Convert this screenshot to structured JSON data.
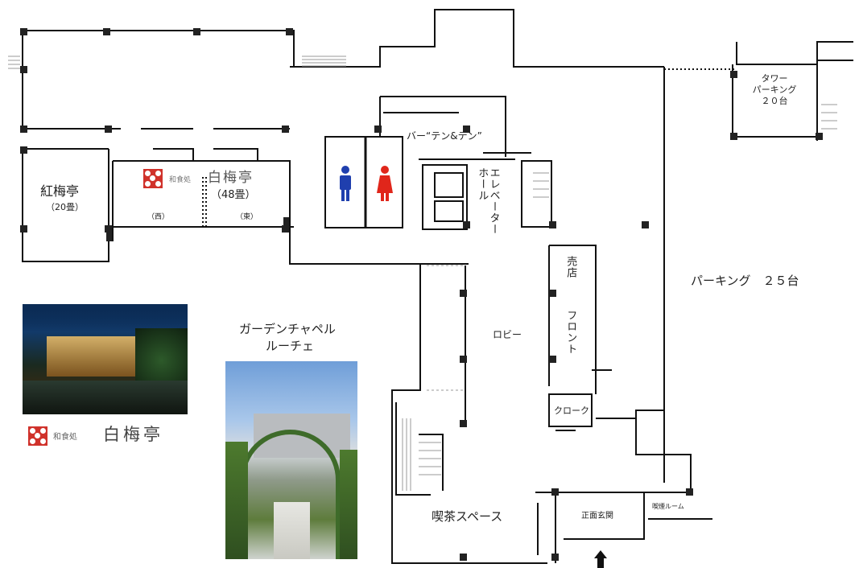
{
  "rooms": {
    "koubaitei": {
      "name": "紅梅亭",
      "size": "（20畳）"
    },
    "hakubaitei": {
      "name": "白梅亭",
      "prefix": "和食処",
      "size": "（48畳）",
      "west": "（西）",
      "east": "（東）"
    },
    "bar": "バー“テン&テン”",
    "elevator_hall": "エレベーターホール",
    "shop": "売店",
    "front_desk": "フロント",
    "lobby": "ロビー",
    "cloak": "クローク",
    "cafe": "喫茶スペース",
    "entrance": "正面玄関",
    "smoking": "喫煙ルーム",
    "parking": "パーキング　２５台",
    "tower_parking": {
      "line1": "タワー",
      "line2": "パーキング",
      "line3": "２０台"
    }
  },
  "chapel": {
    "line1": "ガーデンチャペル",
    "line2": "ルーチェ"
  },
  "restaurant_logo": {
    "prefix": "和食処",
    "name": "白梅亭"
  },
  "colors": {
    "wall": "#111111",
    "men_icon": "#1f3fae",
    "women_icon": "#e0261b",
    "logo_red": "#d0322b"
  }
}
